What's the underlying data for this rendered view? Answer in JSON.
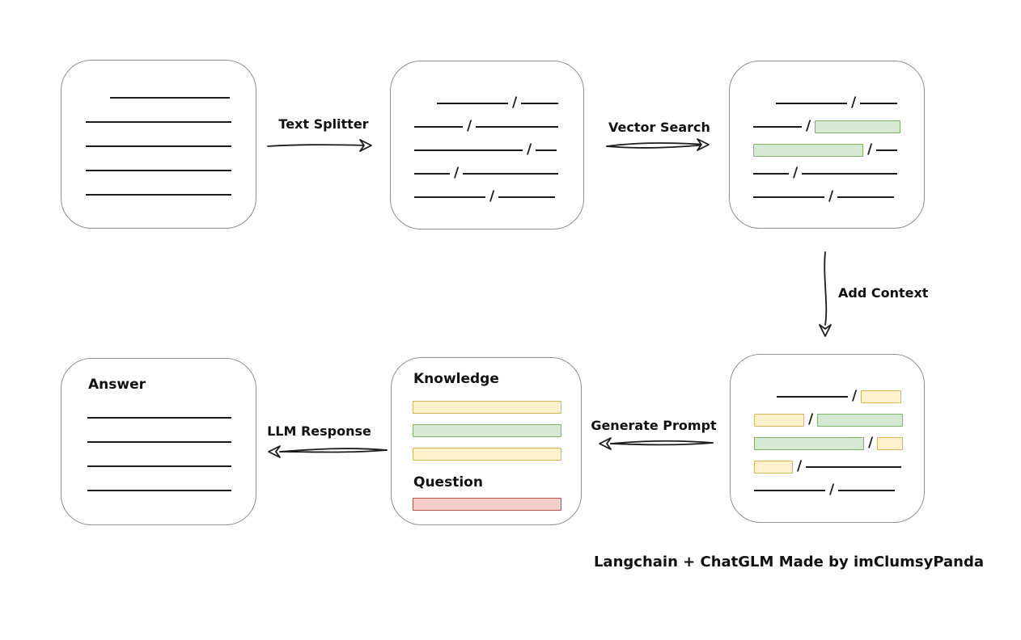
{
  "caption": "Langchain + ChatGLM Made by imClumsyPanda",
  "labels": {
    "text_splitter": "Text Splitter",
    "vector_search": "Vector Search",
    "add_context": "Add Context",
    "generate_prompt": "Generate Prompt",
    "llm_response": "LLM Response"
  },
  "slash": "/",
  "colors": {
    "green_fill": "#d5e8d4",
    "green_border": "#82b366",
    "yellow_fill": "#fff2cc",
    "yellow_border": "#d6b656",
    "red_fill": "#f8cecc",
    "red_border": "#b85450",
    "ink": "#1c1c1c",
    "node_border": "#8f8f8f"
  },
  "document_box": {
    "lines": [
      {
        "indent": 30,
        "w": 148
      },
      {
        "indent": 0,
        "w": 180
      },
      {
        "indent": 0,
        "w": 180
      },
      {
        "indent": 0,
        "w": 180
      },
      {
        "indent": 0,
        "w": 180
      }
    ]
  },
  "chunk_boxes": {
    "split": {
      "rows": [
        {
          "indent": 28,
          "segs": [
            {
              "t": "line",
              "w": 88
            },
            {
              "t": "line",
              "w": 46
            }
          ]
        },
        {
          "indent": 0,
          "segs": [
            {
              "t": "line",
              "w": 60
            },
            {
              "t": "line",
              "w": 102
            }
          ]
        },
        {
          "indent": 0,
          "segs": [
            {
              "t": "line",
              "w": 134
            },
            {
              "t": "line",
              "w": 26
            }
          ]
        },
        {
          "indent": 0,
          "segs": [
            {
              "t": "line",
              "w": 44
            },
            {
              "t": "line",
              "w": 118
            }
          ]
        },
        {
          "indent": 0,
          "segs": [
            {
              "t": "line",
              "w": 88
            },
            {
              "t": "line",
              "w": 70
            }
          ]
        }
      ]
    },
    "searched": {
      "rows": [
        {
          "indent": 28,
          "segs": [
            {
              "t": "line",
              "w": 88
            },
            {
              "t": "line",
              "w": 46
            }
          ]
        },
        {
          "indent": 0,
          "segs": [
            {
              "t": "line",
              "w": 60
            },
            {
              "t": "green",
              "w": 104
            }
          ]
        },
        {
          "indent": 0,
          "segs": [
            {
              "t": "green",
              "w": 134
            },
            {
              "t": "line",
              "w": 26
            }
          ]
        },
        {
          "indent": 0,
          "segs": [
            {
              "t": "line",
              "w": 44
            },
            {
              "t": "line",
              "w": 118
            }
          ]
        },
        {
          "indent": 0,
          "segs": [
            {
              "t": "line",
              "w": 88
            },
            {
              "t": "line",
              "w": 70
            }
          ]
        }
      ]
    },
    "context": {
      "rows": [
        {
          "indent": 28,
          "segs": [
            {
              "t": "line",
              "w": 88
            },
            {
              "t": "yellow",
              "w": 48
            }
          ]
        },
        {
          "indent": 0,
          "segs": [
            {
              "t": "yellow",
              "w": 60
            },
            {
              "t": "green",
              "w": 104
            }
          ]
        },
        {
          "indent": 0,
          "segs": [
            {
              "t": "green",
              "w": 134
            },
            {
              "t": "yellow",
              "w": 30
            }
          ]
        },
        {
          "indent": 0,
          "segs": [
            {
              "t": "yellow",
              "w": 46
            },
            {
              "t": "line",
              "w": 118
            }
          ]
        },
        {
          "indent": 0,
          "segs": [
            {
              "t": "line",
              "w": 88
            },
            {
              "t": "line",
              "w": 70
            }
          ]
        }
      ]
    }
  },
  "prompt_box": {
    "knowledge_label": "Knowledge",
    "question_label": "Question",
    "knowledge_bars": [
      "yellow",
      "green",
      "yellow"
    ],
    "question_bar": "red"
  },
  "answer_box": {
    "title": "Answer",
    "line_count": 4
  }
}
